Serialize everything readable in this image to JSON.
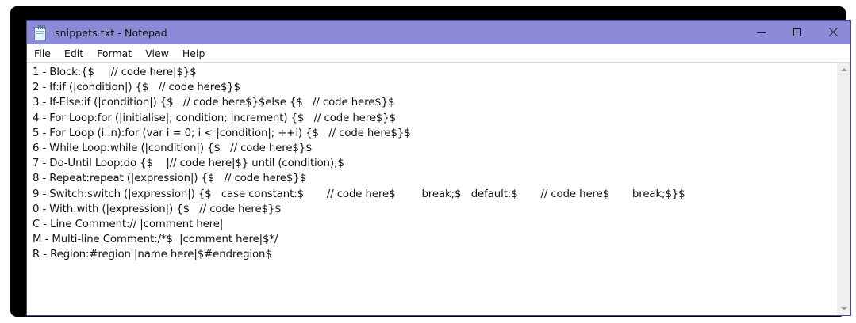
{
  "window": {
    "title": "snippets.txt - Notepad",
    "icon": "notepad-icon",
    "titlebar_color": "#8b8bd8",
    "border_color": "#4a4a8a",
    "controls": {
      "minimize": "minimize-icon",
      "maximize": "maximize-icon",
      "close": "close-icon"
    }
  },
  "menubar": {
    "items": [
      {
        "label": "File"
      },
      {
        "label": "Edit"
      },
      {
        "label": "Format"
      },
      {
        "label": "View"
      },
      {
        "label": "Help"
      }
    ]
  },
  "document": {
    "filename": "snippets.txt",
    "lines": [
      "1 - Block:{$    |// code here|$}$",
      "2 - If:if (|condition|) {$   // code here$}$",
      "3 - If-Else:if (|condition|) {$   // code here$}$else {$   // code here$}$",
      "4 - For Loop:for (|initialise|; condition; increment) {$   // code here$}$",
      "5 - For Loop (i..n):for (var i = 0; i < |condition|; ++i) {$   // code here$}$",
      "6 - While Loop:while (|condition|) {$   // code here$}$",
      "7 - Do-Until Loop:do {$    |// code here|$} until (condition);$",
      "8 - Repeat:repeat (|expression|) {$   // code here$}$",
      "9 - Switch:switch (|expression|) {$   case constant:$       // code here$        break;$   default:$       // code here$       break;$}$",
      "0 - With:with (|expression|) {$   // code here$}$",
      "C - Line Comment:// |comment here|",
      "M - Multi-line Comment:/*$  |comment here|$*/",
      "R - Region:#region |name here|$#endregion$"
    ]
  },
  "scrollbar": {
    "up_arrow": "scroll-up-icon",
    "down_arrow": "scroll-down-icon"
  }
}
